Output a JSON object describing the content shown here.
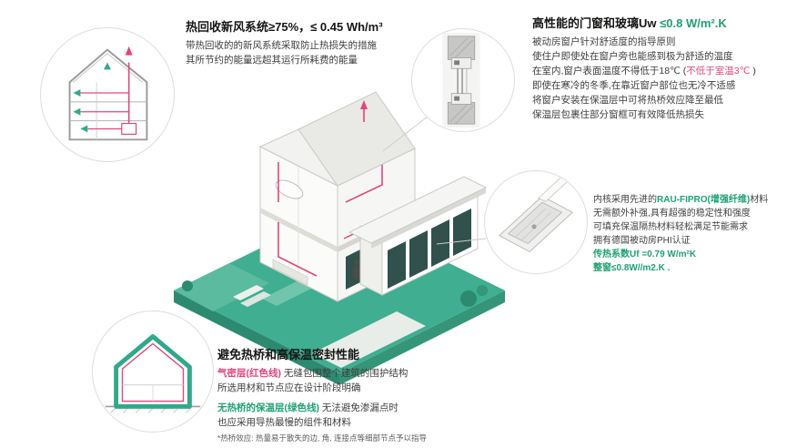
{
  "colors": {
    "teal": "#3fae91",
    "teal_dark": "#2d8a71",
    "accent_red": "#e6447e",
    "accent_green": "#1fa173",
    "text_title": "#161615",
    "text_body": "#3f3f3e"
  },
  "blocks": {
    "ventilation": {
      "title": "热回收新风系统≥75%，≤ 0.45 Wh/m³",
      "line1": "带热回收的的新风系统采取防止热损失的措施",
      "line2": "其所节约的能量远超其运行所耗费的能量"
    },
    "window": {
      "title_black": "高性能的门窗和玻璃Uw ",
      "title_green": "≤0.8 W/m².K",
      "line1": "被动房窗户针对舒适度的指导原则",
      "line2": "使住户即使处在窗户旁也能感到极为舒适的温度",
      "line3_pre": "在室内,窗户表面温度不得低于18℃ (",
      "line3_red": "不低于室温3℃",
      "line3_post": " )",
      "line4": "即使在寒冷的冬季,在靠近窗户部位也无冷不适感",
      "line5": "将窗户安装在保温层中可将热桥效应降至最低",
      "line6": "保温层包裹住部分窗框可有效降低热损失"
    },
    "profile": {
      "line1_pre": "内核采用先进的",
      "line1_green": "RAU-FIPRO(增强纤维)",
      "line1_post": "材料",
      "line2": "无需额外补强,具有超强的稳定性和强度",
      "line3": "可填充保温隔热材料轻松满足节能需求",
      "line4": "拥有德国被动房PHI认证",
      "line5": "传热系数Uf =0.79 W/m²K",
      "line6": "整窗≤0.8W//m2.K ."
    },
    "thermal": {
      "title": "避免热桥和高保温密封性能",
      "p1_colored": "气密层(红色线)",
      "p1_rest": " 无缝包围整个建筑的围护结构",
      "p1_line2": "所选用材和节点应在设计阶段明确",
      "p2_colored": "无热桥的保温层(绿色线)",
      "p2_rest": " 无法避免渗漏点时",
      "p2_line2": "也应采用导热最慢的组件和材料",
      "footnote": "*热桥效应: 热量易于散失的边, 角, 连接点等细部节点予以指导"
    }
  }
}
